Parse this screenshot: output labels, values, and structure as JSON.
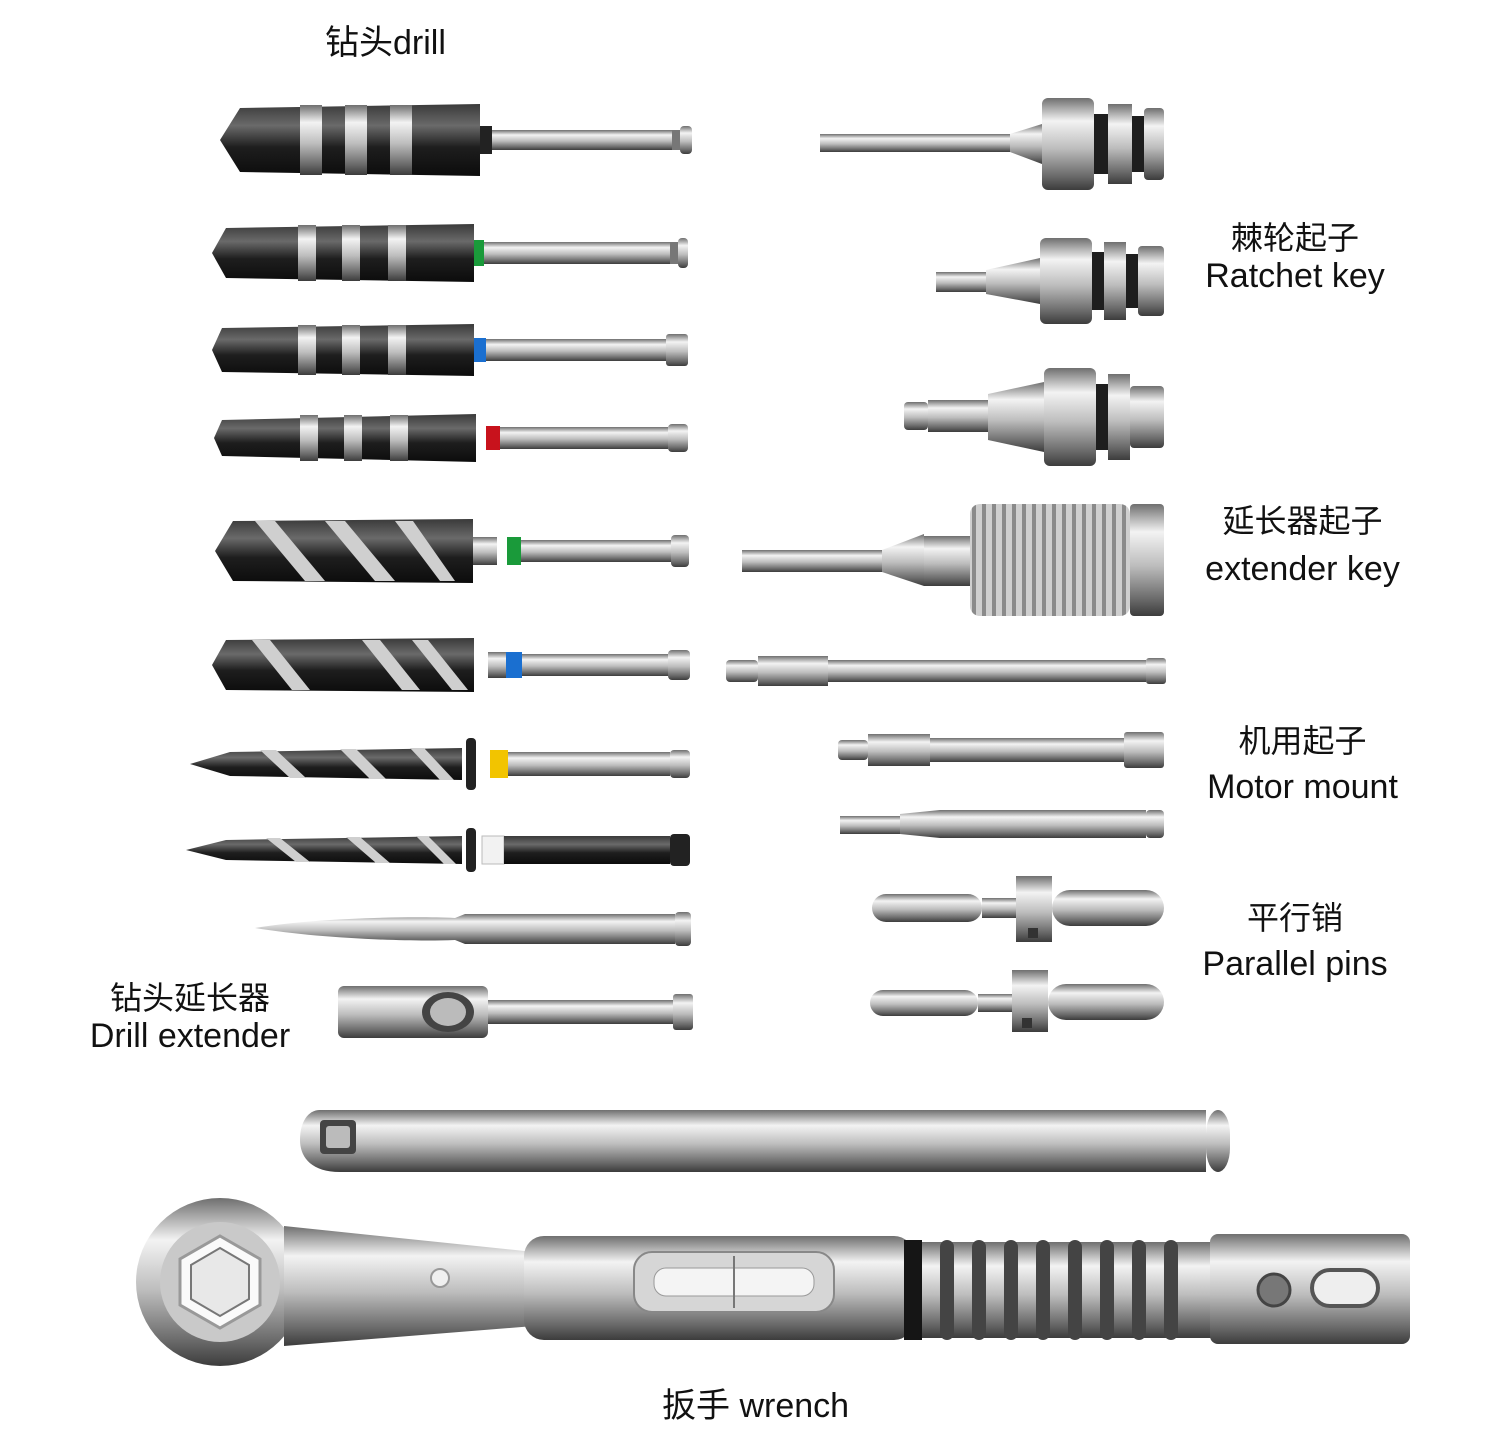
{
  "labels": {
    "drill": "钻头drill",
    "ratchet_key_zh": "棘轮起子",
    "ratchet_key_en": "Ratchet key",
    "extender_key_zh": "延长器起子",
    "extender_key_en": "extender key",
    "motor_mount_zh": "机用起子",
    "motor_mount_en": "Motor mount",
    "parallel_pins_zh": "平行销",
    "parallel_pins_en": "Parallel pins",
    "drill_extender_zh": "钻头延长器",
    "drill_extender_en": "Drill extender",
    "wrench": "扳手 wrench"
  },
  "colors": {
    "band_green": "#1a9a3a",
    "band_blue": "#1a6fd0",
    "band_red": "#c8121c",
    "band_yellow": "#f2c400",
    "band_white": "#f2f2f2",
    "steel_light": "#e6e6e6",
    "steel_mid": "#a9a9a9",
    "steel_dark": "#555555",
    "drill_black": "#1e1e1e"
  }
}
